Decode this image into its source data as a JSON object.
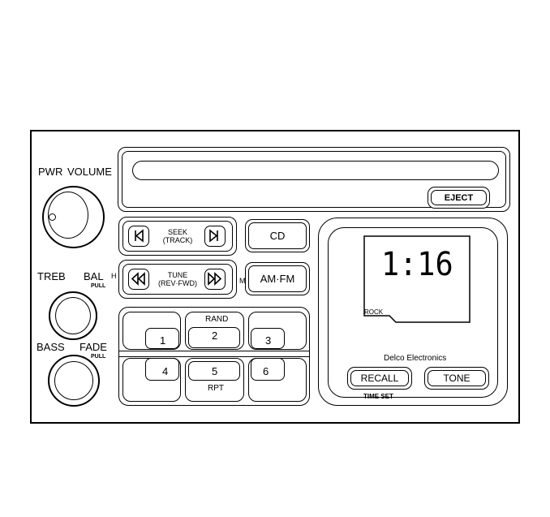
{
  "knobs": {
    "pwr": "PWR",
    "volume": "VOLUME",
    "treb": "TREB",
    "bal": "BAL",
    "bal_pull": "PULL",
    "bass": "BASS",
    "fade": "FADE",
    "fade_pull": "PULL",
    "h_mark": "H",
    "m_mark": "M"
  },
  "buttons": {
    "eject": "EJECT",
    "seek_line1": "SEEK",
    "seek_line2": "(TRACK)",
    "tune_line1": "TUNE",
    "tune_line2": "(REV·FWD)",
    "cd": "CD",
    "am_fm": "AM·FM",
    "recall": "RECALL",
    "tone": "TONE",
    "time_set": "TIME SET"
  },
  "presets": {
    "p1": "1",
    "p2": "2",
    "p3": "3",
    "p4": "4",
    "p5": "5",
    "p6": "6",
    "rand": "RAND",
    "rpt": "RPT"
  },
  "display": {
    "time": "1:16",
    "rock": "ROCK",
    "brand": "Delco Electronics"
  }
}
